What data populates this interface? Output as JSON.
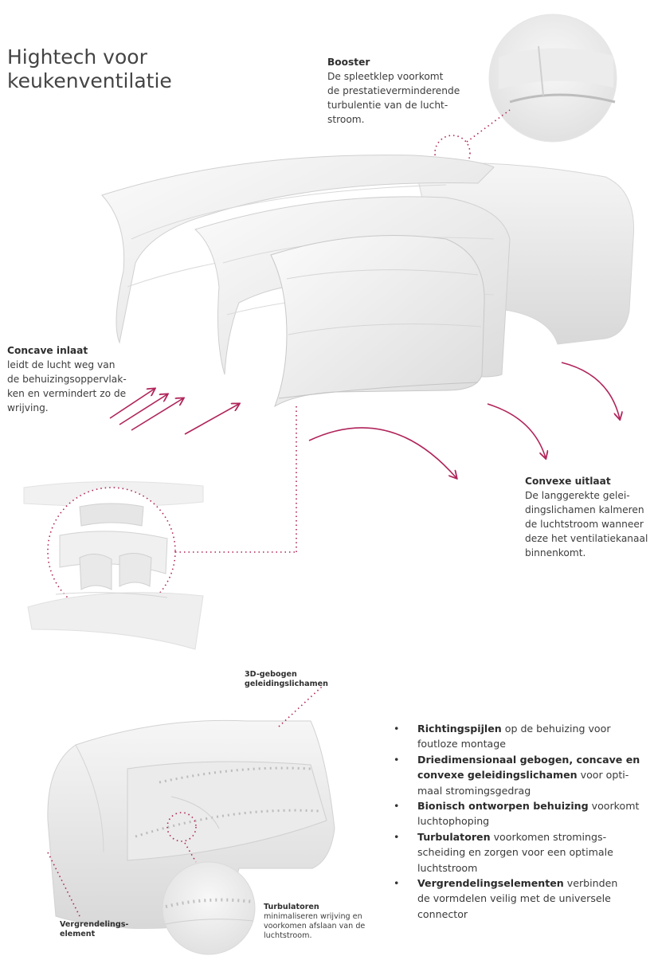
{
  "title": {
    "line1": "Hightech voor",
    "line2": "keukenventilatie"
  },
  "booster": {
    "heading": "Booster",
    "lines": [
      "De spleetklep voorkomt",
      "de prestatieverminderende",
      "turbulentie van de lucht-",
      "stroom."
    ]
  },
  "concave_inlet": {
    "heading": "Concave inlaat",
    "lines": [
      "leidt de lucht weg van",
      "de behuizingsoppervlak-",
      "ken en vermindert zo de",
      "wrijving."
    ]
  },
  "convex_outlet": {
    "heading": "Convexe uitlaat",
    "lines": [
      "De langgerekte gelei-",
      "dingslichamen kalmeren",
      "de luchtstroom wanneer",
      "deze het ventilatiekanaal",
      "binnenkomt."
    ]
  },
  "guide_label": {
    "line1": "3D-gebogen",
    "line2": "geleidingslichamen"
  },
  "lock_label": {
    "line1": "Vergrendelings-",
    "line2": "element"
  },
  "turbulators": {
    "heading": "Turbulatoren",
    "lines": [
      "minimaliseren wrijving en",
      "voorkomen afslaan van de",
      "luchtstroom."
    ]
  },
  "features": [
    {
      "bold": "Richtingspijlen",
      "rest": " op de behuizing voor",
      "lines": [
        "foutloze montage"
      ]
    },
    {
      "bold": "Driedimensionaal gebogen, concave en",
      "rest": "",
      "lines": []
    },
    {
      "bold": "convexe geleidingslichamen",
      "rest": " voor opti-",
      "lines": [
        "maal stromingsgedrag"
      ]
    },
    {
      "bold": "Bionisch ontworpen behuizing",
      "rest": " voorkomt",
      "lines": [
        "luchtophoping"
      ]
    },
    {
      "bold": "Turbulatoren",
      "rest": " voorkomen stromings-",
      "lines": [
        "scheiding en zorgen voor een optimale",
        "luchtstroom"
      ]
    },
    {
      "bold": "Vergrendelingselementen",
      "rest": " verbinden",
      "lines": [
        "de vormdelen veilig met de universele",
        "connector"
      ]
    }
  ],
  "colors": {
    "accent": "#b0245a",
    "text": "#3a3a3a",
    "panel": "#f4f4f4",
    "panel_shade": "#dcdcdc"
  }
}
